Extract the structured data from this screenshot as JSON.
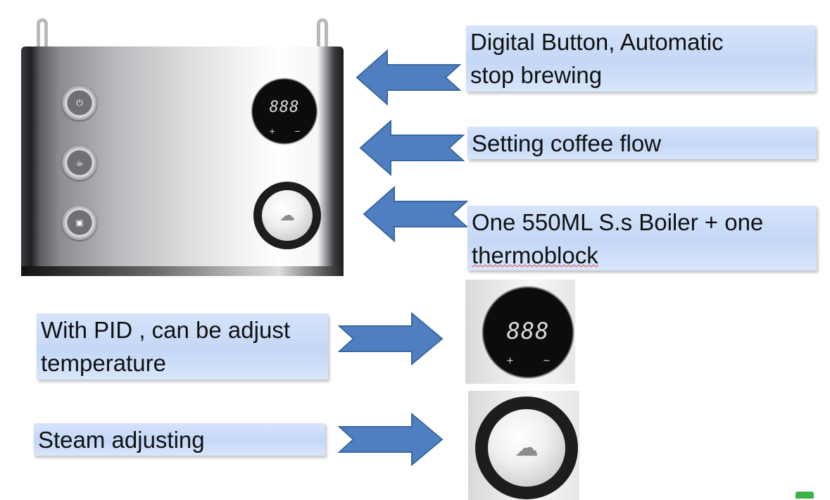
{
  "callouts": [
    {
      "lines": [
        "Digital Button, Automatic",
        "stop brewing"
      ]
    },
    {
      "lines": [
        "Setting coffee flow"
      ]
    },
    {
      "lines": [
        "One 550ML S.s Boiler + one",
        "thermoblock"
      ]
    },
    {
      "lines": [
        "With PID , can be adjust",
        "temperature"
      ]
    },
    {
      "lines": [
        "Steam adjusting"
      ]
    }
  ],
  "display": {
    "digits": "888",
    "plus": "+",
    "minus": "−"
  },
  "colors": {
    "arrow": "#4f7fc1",
    "arrow_border": "#3a679f",
    "label_bg": "#c9daf7"
  }
}
